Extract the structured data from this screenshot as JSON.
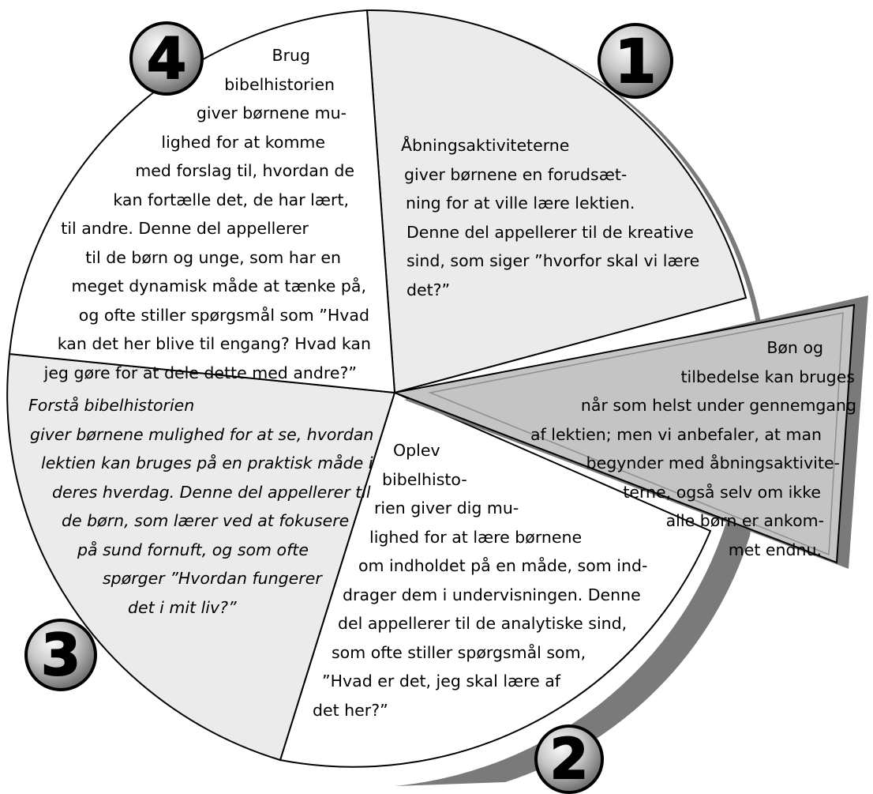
{
  "segments": [
    {
      "id": "1",
      "badge": "1",
      "lines": [
        "Åbningsaktiviteterne",
        "giver børnene en forudsæt-",
        "ning for at ville lære lektien.",
        "Denne del appellerer til de kreative",
        "sind, som siger ”hvorfor skal vi lære",
        "det?”"
      ]
    },
    {
      "id": "2",
      "badge": "2",
      "lines": [
        "Oplev",
        "bibelhisto-",
        "rien giver dig mu-",
        "lighed for at lære børnene",
        "om indholdet på en måde, som ind-",
        "drager dem i undervisningen. Denne",
        "del appellerer til de analytiske sind,",
        "som ofte stiller spørgsmål som,",
        "”Hvad er det, jeg skal lære af",
        "det her?”"
      ]
    },
    {
      "id": "3",
      "badge": "3",
      "lines": [
        "Forstå bibelhistorien",
        "giver børnene mulighed for at se, hvordan",
        "lektien kan bruges på en praktisk måde i",
        "deres hverdag. Denne del appellerer til",
        "de børn, som lærer ved at fokusere",
        "på sund fornuft, og som ofte",
        "spørger ”Hvordan fungerer",
        "det i mit liv?”"
      ]
    },
    {
      "id": "4",
      "badge": "4",
      "lines": [
        "Brug",
        "bibelhistorien",
        "giver børnene mu-",
        "lighed for at komme",
        "med forslag til, hvordan de",
        "kan fortælle det, de har lært,",
        "til andre. Denne del appellerer",
        "til de børn og unge, som har en",
        "meget dynamisk måde at tænke på,",
        "og ofte stiller spørgsmål som ”Hvad",
        "kan det her blive til engang? Hvad kan",
        "jeg gøre for at dele dette med andre?”"
      ]
    },
    {
      "id": "prayer",
      "lines": [
        "Bøn og",
        "tilbedelse kan bruges",
        "når som helst under gennemgang",
        "af lektien; men vi anbefaler, at man",
        "begynder med åbningsaktivite-",
        "terne, også selv om ikke",
        "alle børn er ankom-",
        "met endnu."
      ]
    }
  ],
  "colors": {
    "segment_light": "#ebebeb",
    "segment_white": "#ffffff",
    "wedge_fill": "#c4c4c4",
    "shadow": "#7a7a7a",
    "outline": "#000000",
    "badge_light": "#f4f4f4",
    "badge_dark": "#6e6e6e"
  }
}
